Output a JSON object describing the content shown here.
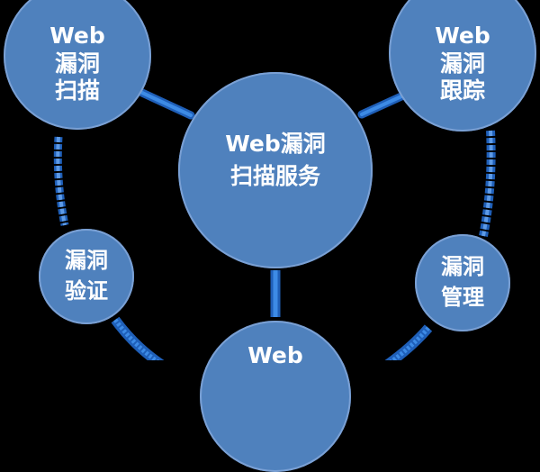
{
  "diagram": {
    "title": "Web漏洞扫描服务",
    "center": {
      "lines": [
        "Web漏洞",
        "扫描服务"
      ]
    },
    "nodes": [
      {
        "id": "scan",
        "lines": [
          "Web",
          "漏洞",
          "扫描"
        ]
      },
      {
        "id": "track",
        "lines": [
          "Web",
          "漏洞",
          "跟踪"
        ]
      },
      {
        "id": "verify",
        "lines": [
          "漏洞",
          "验证"
        ]
      },
      {
        "id": "manage",
        "lines": [
          "漏洞",
          "管理"
        ]
      },
      {
        "id": "bottom",
        "lines": [
          "Web"
        ]
      }
    ],
    "colors": {
      "background": "#000000",
      "node_fill": "#4f81bd",
      "node_border": "#7aa0d4",
      "connector": "#2e75d6",
      "text": "#ffffff"
    }
  }
}
